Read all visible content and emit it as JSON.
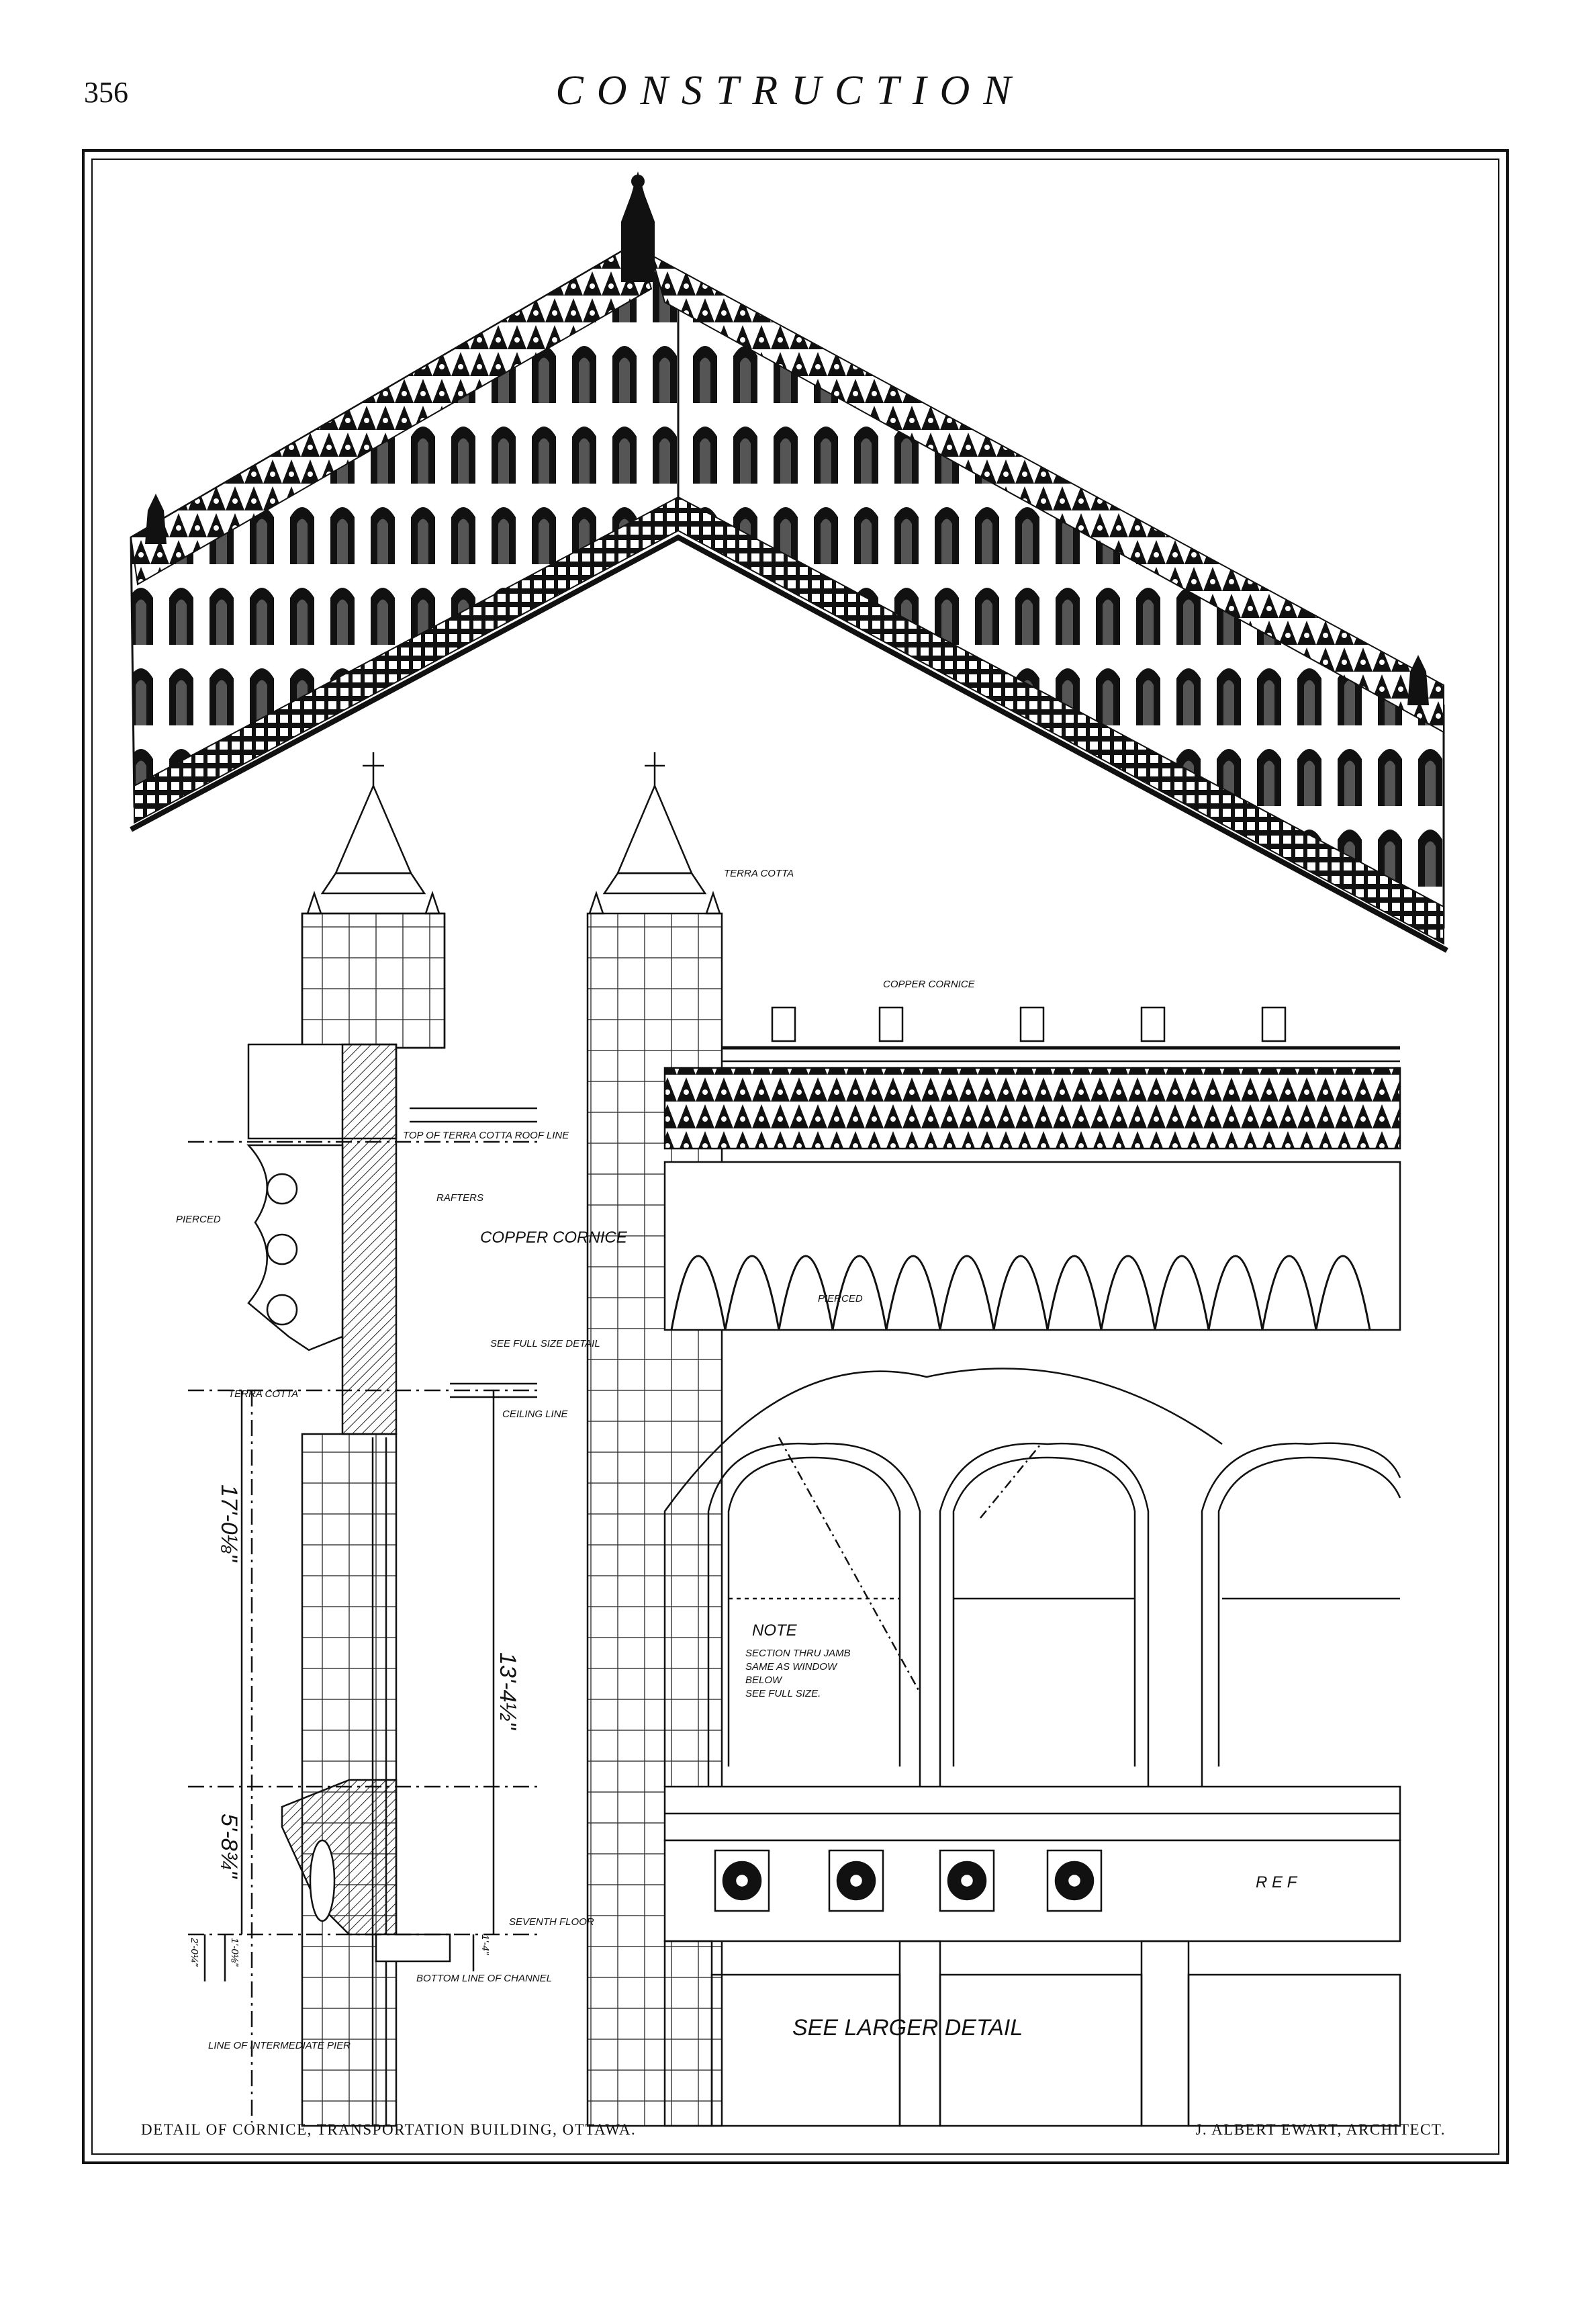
{
  "header": {
    "page_number": "356",
    "running_title": "CONSTRUCTION"
  },
  "drawing_labels": {
    "terra_cotta": "TERRA COTTA",
    "copper_cornice_top": "COPPER CORNICE",
    "copper_cornice_side": "COPPER CORNICE",
    "top_terra_cotta_roof_line": "TOP OF TERRA COTTA ROOF LINE",
    "rafters": "RAFTERS",
    "pierced_left": "PIERCED",
    "pierced_right": "PIERCED",
    "see_full_size_detail": "SEE FULL SIZE DETAIL",
    "terra_cotta_left": "TERRA COTTA",
    "ceiling_line": "CEILING LINE",
    "dim_17": "17'-0⅛\"",
    "dim_13": "13'-4½\"",
    "dim_5": "5'-8¾\"",
    "dim_small_a": "2'-0¼\"",
    "dim_small_b": "1'-0⅛\"",
    "dim_small_c": "1'-4\"",
    "seventh_floor": "SEVENTH FLOOR",
    "bottom_line_channel": "BOTTOM LINE OF CHANNEL",
    "line_intermediate_pier": "LINE OF INTERMEDIATE PIER",
    "note_title": "NOTE",
    "note_body_1": "SECTION THRU JAMB",
    "note_body_2": "SAME AS WINDOW",
    "note_body_3": "BELOW",
    "note_body_4": "SEE FULL SIZE.",
    "see_larger_detail": "SEE LARGER DETAIL",
    "ref": "R E F"
  },
  "caption": {
    "left": "DETAIL OF CORNICE, TRANSPORTATION BUILDING, OTTAWA.",
    "right": "J. ALBERT EWART, ARCHITECT."
  }
}
